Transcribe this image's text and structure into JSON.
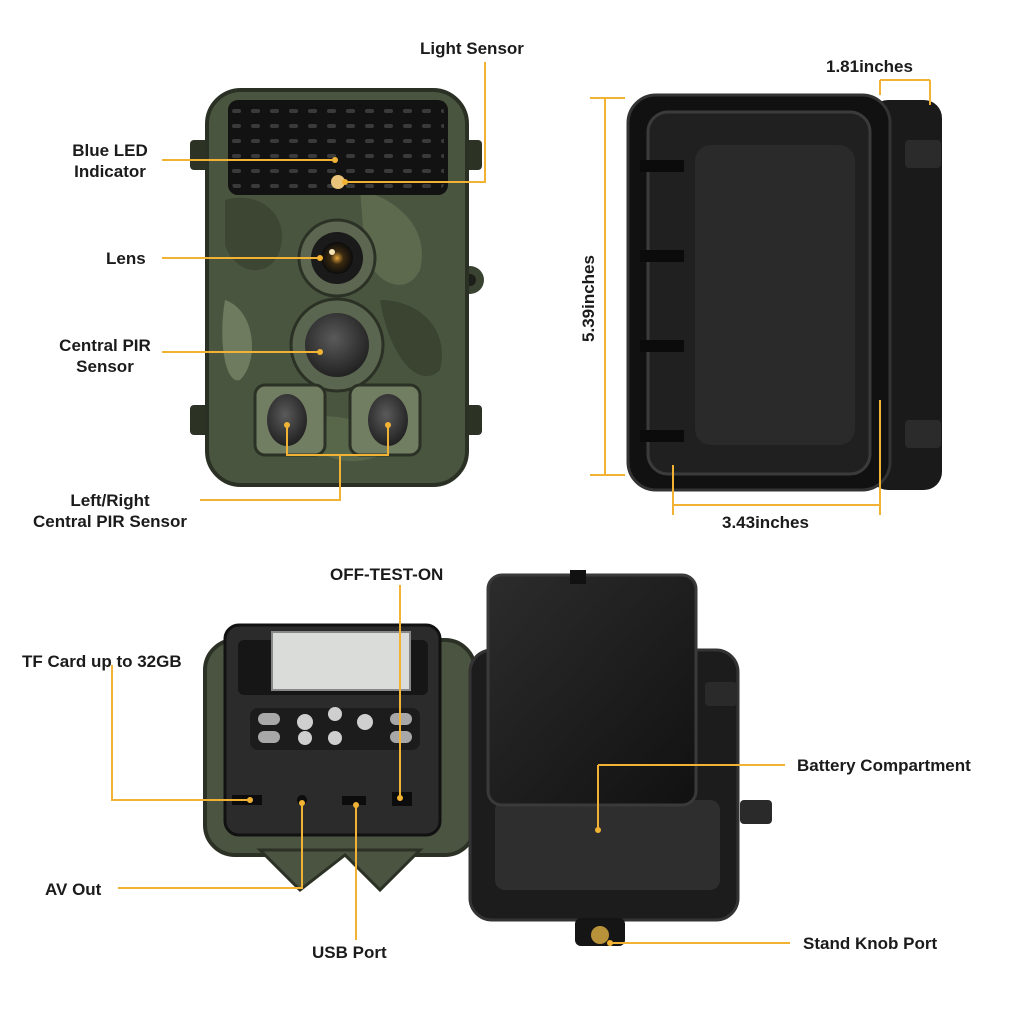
{
  "labels": {
    "light_sensor": "Light Sensor",
    "blue_led_line1": "Blue LED",
    "blue_led_line2": "Indicator",
    "lens": "Lens",
    "central_pir_line1": "Central PIR",
    "central_pir_line2": "Sensor",
    "side_pir_line1": "Left/Right",
    "side_pir_line2": "Central PIR Sensor",
    "depth": "1.81inches",
    "height": "5.39inches",
    "width": "3.43inches",
    "switch": "OFF-TEST-ON",
    "tf_card": "TF Card up to 32GB",
    "battery": "Battery Compartment",
    "av_out": "AV Out",
    "usb_port": "USB Port",
    "stand_knob": "Stand Knob Port"
  },
  "colors": {
    "leader_line": "#f2b234",
    "camo_dark": "#3f4a36",
    "camo_mid": "#5b6a4c",
    "camo_light": "#7c876b",
    "housing_black": "#1d1d1d",
    "led_panel": "#151515",
    "lcd_screen": "#d9dcd9"
  },
  "icons": {
    "lens": "camera-lens-icon",
    "pir": "motion-sensor-icon",
    "led": "led-indicator-icon"
  }
}
